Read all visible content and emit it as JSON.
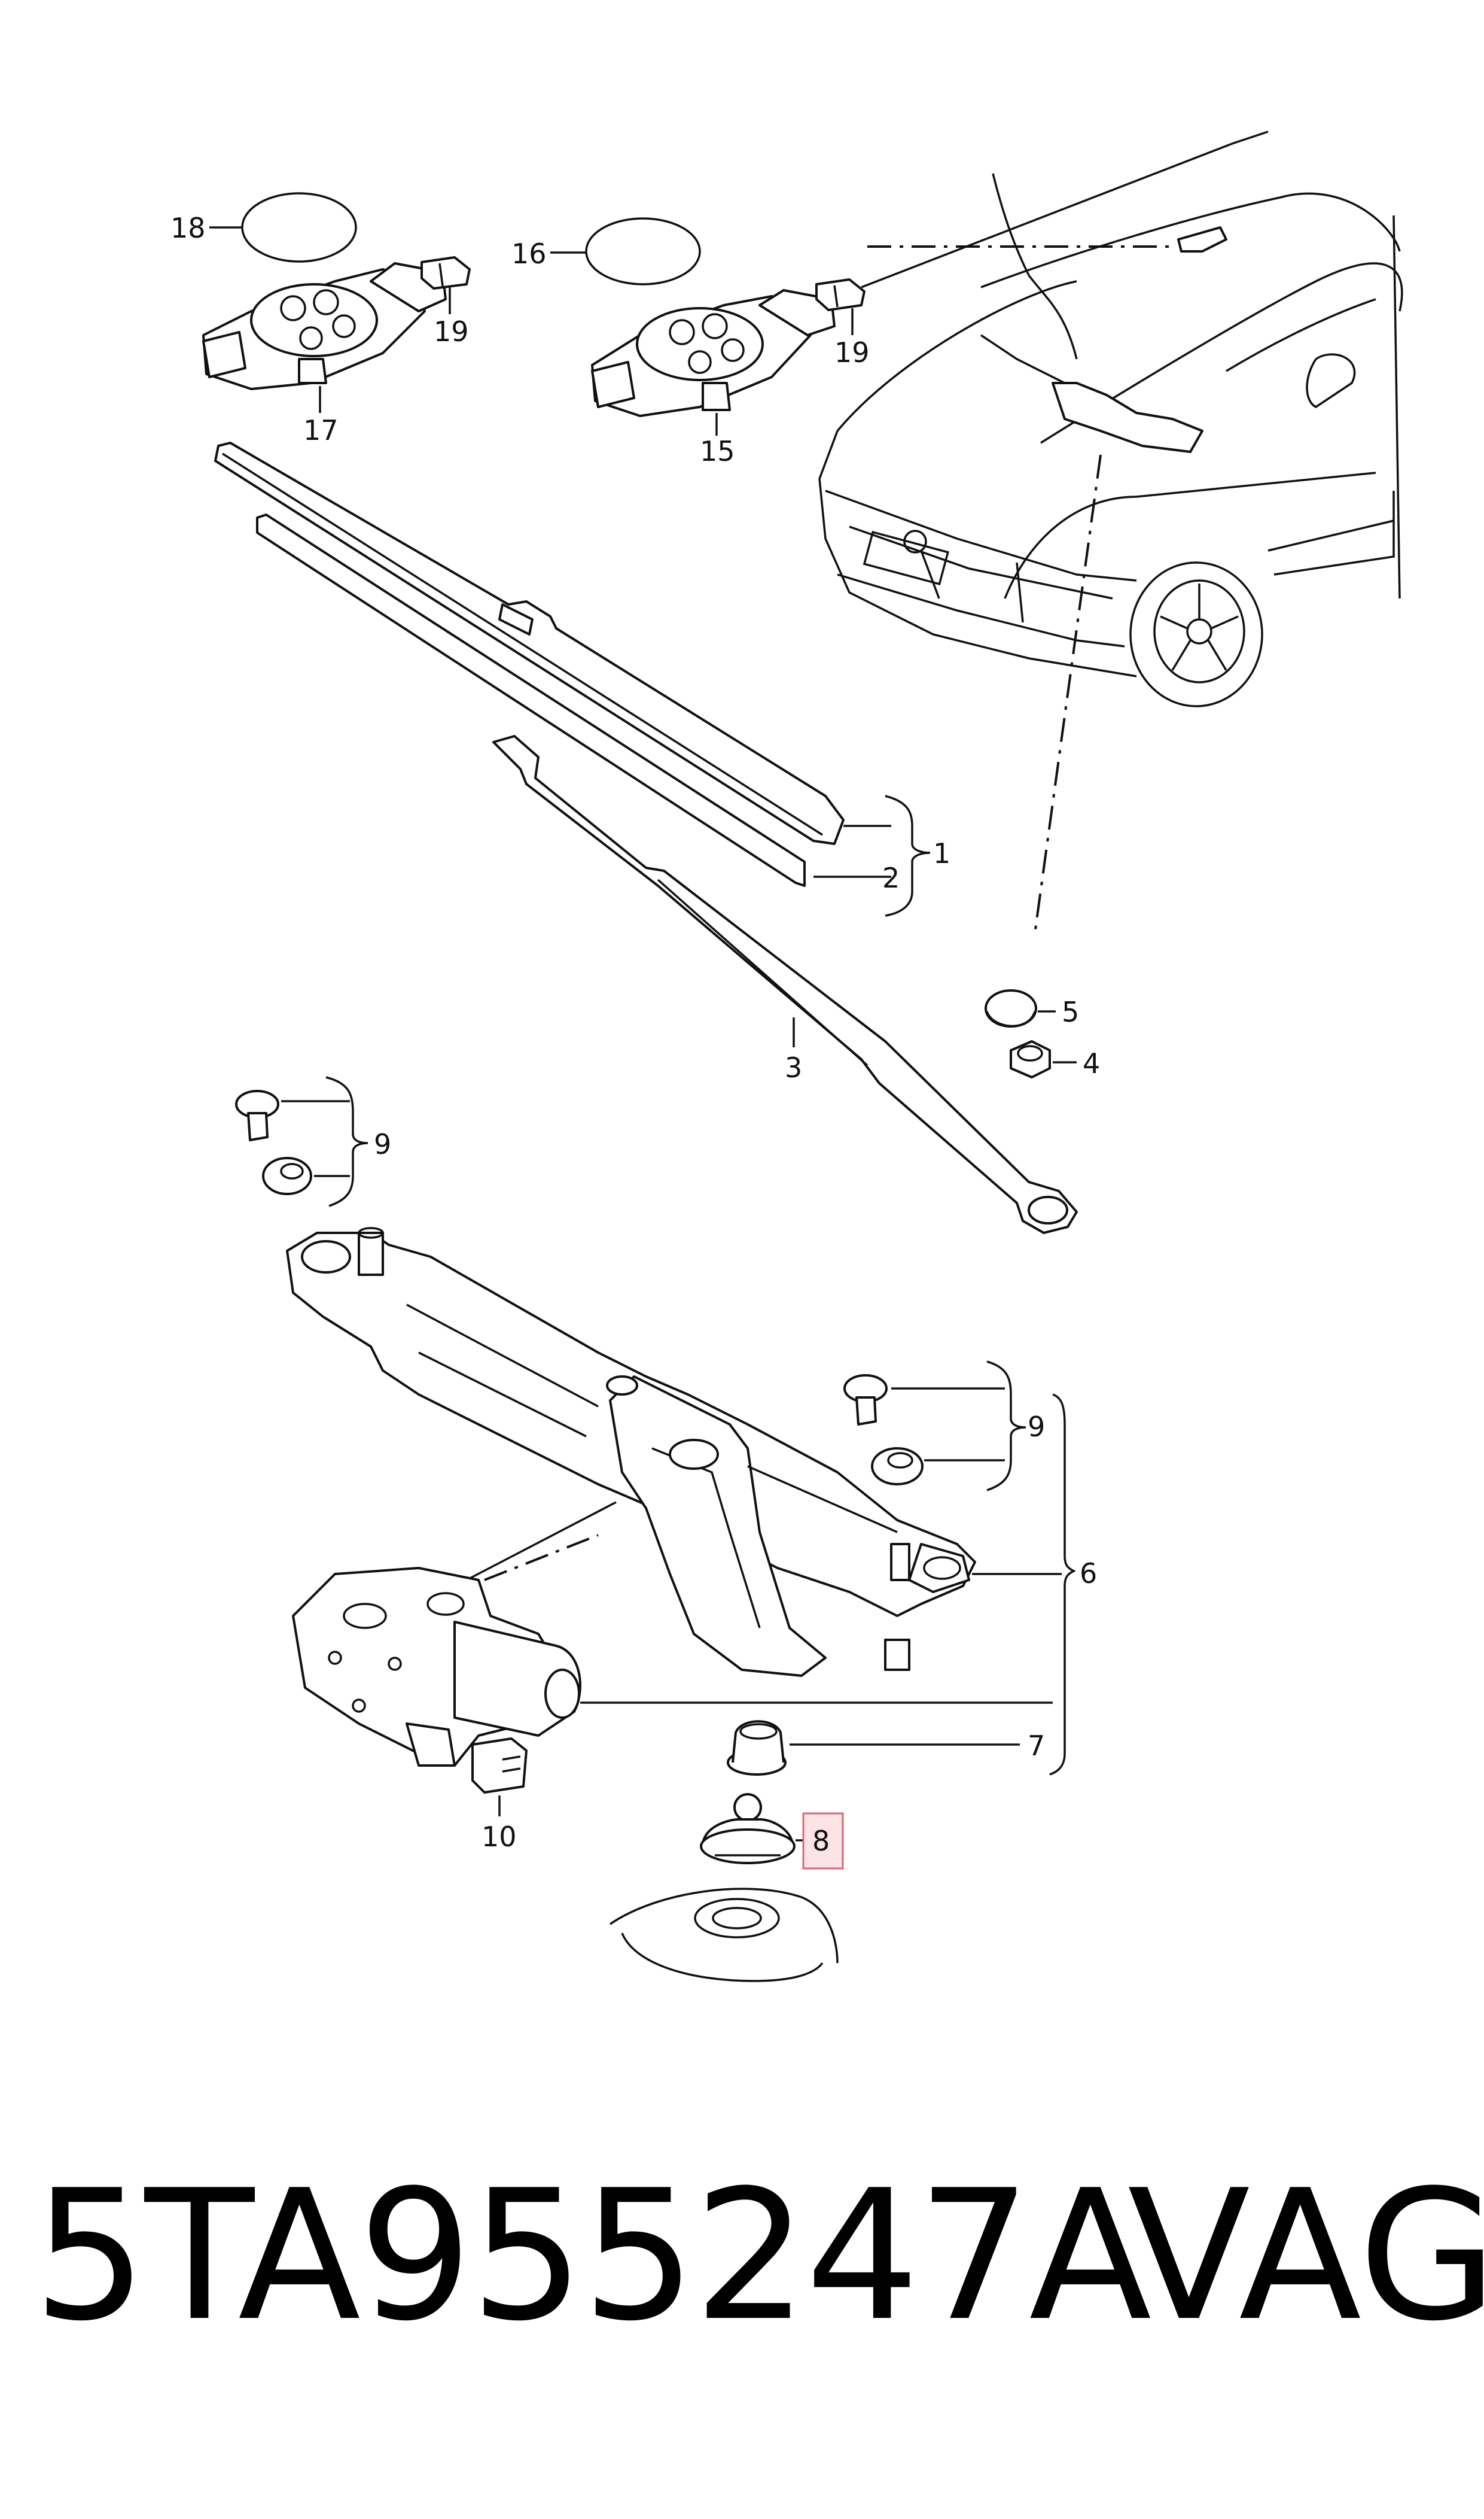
{
  "callouts": {
    "c1": "1",
    "c2": "2",
    "c3": "3",
    "c4": "4",
    "c5": "5",
    "c6": "6",
    "c7": "7",
    "c8": "8",
    "c9a": "9",
    "c9b": "9",
    "c10": "10",
    "c15": "15",
    "c16": "16",
    "c17": "17",
    "c18": "18",
    "c19a": "19",
    "c19b": "19"
  },
  "highlighted_callout": "8",
  "footer": {
    "part_number": "5TA955247A",
    "brand": "VAG"
  },
  "colors": {
    "line": "#111111",
    "highlight_fill": "#fbe3e6",
    "highlight_border": "#d46a7a"
  }
}
